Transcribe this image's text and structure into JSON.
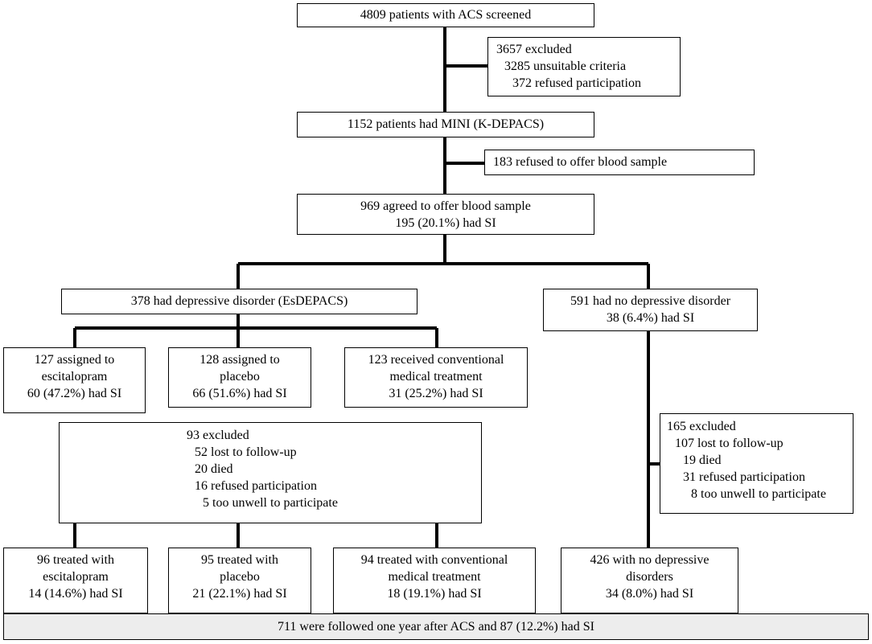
{
  "nodes": {
    "screened": [
      "4809 patients with ACS screened"
    ],
    "excluded1": [
      "3657 excluded",
      "3285 unsuitable criteria",
      "372 refused participation"
    ],
    "mini": [
      "1152 patients had MINI (K-DEPACS)"
    ],
    "refused_blood": [
      "183 refused to offer blood sample"
    ],
    "agreed": [
      "969 agreed to offer blood sample",
      "195 (20.1%) had SI"
    ],
    "depressive": [
      "378 had depressive disorder (EsDEPACS)"
    ],
    "no_depressive": [
      "591 had no depressive disorder",
      "38 (6.4%) had SI"
    ],
    "escitalopram": [
      "127 assigned to",
      "escitalopram",
      "60 (47.2%) had SI"
    ],
    "placebo": [
      "128 assigned to",
      "placebo",
      "66 (51.6%) had SI"
    ],
    "conventional": [
      "123 received conventional",
      "medical treatment",
      "31 (25.2%) had SI"
    ],
    "excluded2": [
      "93 excluded",
      "52 lost to follow-up",
      "20 died",
      "16 refused participation",
      "5 too unwell to participate"
    ],
    "excluded3": [
      "165 excluded",
      "107 lost to follow-up",
      "19 died",
      "31 refused participation",
      "8 too unwell to participate"
    ],
    "treated_escitalopram": [
      "96 treated with",
      "escitalopram",
      "14 (14.6%) had SI"
    ],
    "treated_placebo": [
      "95 treated with",
      "placebo",
      "21 (22.1%) had SI"
    ],
    "treated_conventional": [
      "94 treated with conventional",
      "medical treatment",
      "18 (19.1%) had SI"
    ],
    "no_depressive_final": [
      "426 with no depressive",
      "disorders",
      "34 (8.0%) had SI"
    ],
    "followed": [
      "711 were followed one year after ACS and 87 (12.2%) had SI"
    ]
  }
}
